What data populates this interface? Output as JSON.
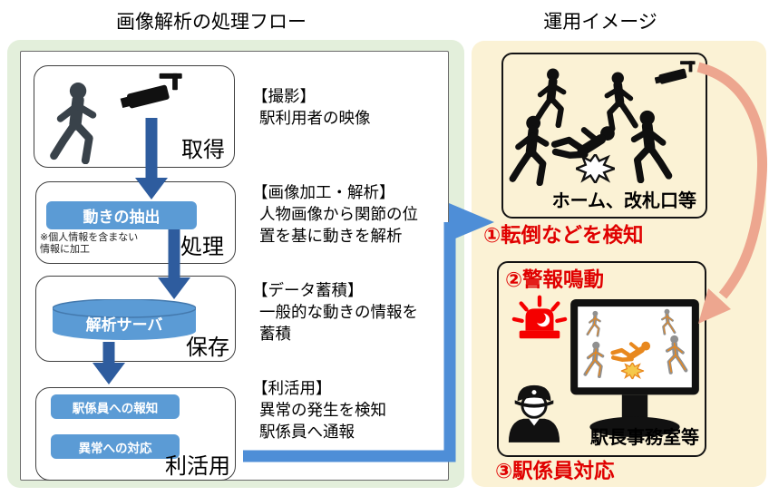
{
  "titles": {
    "left": "画像解析の処理フロー",
    "right": "運用イメージ"
  },
  "flow": {
    "step1": {
      "label": "取得"
    },
    "step2": {
      "button": "動きの抽出",
      "note1": "※個人情報を含まない",
      "note2": "情報に加工",
      "label": "処理"
    },
    "step3": {
      "server": "解析サーバ",
      "label": "保存"
    },
    "step4": {
      "button1": "駅係員への報知",
      "button2": "異常への対応",
      "label": "利活用"
    }
  },
  "annotations": [
    {
      "heading": "【撮影】",
      "lines": [
        "駅利用者の映像"
      ]
    },
    {
      "heading": "【画像加工・解析】",
      "lines": [
        "人物画像から関節の位",
        "置を基に動きを解析"
      ]
    },
    {
      "heading": "【データ蓄積】",
      "lines": [
        "一般的な動きの情報を",
        "蓄積"
      ]
    },
    {
      "heading": "【利活用】",
      "lines": [
        "異常の発生を検知",
        "駅係員へ通報"
      ]
    }
  ],
  "operation": {
    "scene1_caption": "ホーム、改札口等",
    "step1": "①転倒などを検知",
    "step2": "②警報鳴動",
    "scene2_caption": "駅長事務室等",
    "step3": "③駅係員対応"
  },
  "icons": {
    "walking-person-icon": "black pictogram walker",
    "fallen-person-icon": "fallen person pictogram",
    "impact-star-icon": "collision star burst",
    "cctv-camera-icon": "ceiling-mounted surveillance camera",
    "database-cylinder-icon": "blue server cylinder",
    "alarm-lamp-icon": "red rotating warning light",
    "security-officer-icon": "station staff bust with cap",
    "monitor-icon": "desktop monitor showing skeleton overlay",
    "flow-arrow-icon": "dark blue down arrow",
    "bend-arrow-icon": "blue L-shaped arrow to operation panel",
    "curved-arrow-icon": "salmon curved arrow camera to monitor"
  },
  "colors": {
    "green_panel": "#E3EFDB",
    "yellow_panel": "#FBF2D5",
    "flow_blue": "#5B9BD5",
    "arrow_blue": "#2E5C9E",
    "connector_blue": "#4E8ED7",
    "red": "#E00000",
    "alarm_red": "#F50000",
    "salmon": "#EDA68F",
    "person_dark": "#39424A",
    "skeleton_gray": "#909090",
    "skeleton_orange": "#E8881E",
    "star_yellow": "#F5C84B"
  }
}
